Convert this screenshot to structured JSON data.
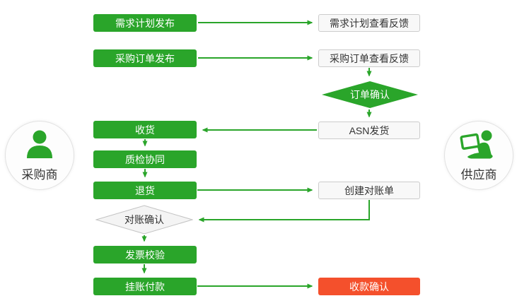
{
  "actors": {
    "buyer": {
      "label": "采购商",
      "icon": "buyer-person-icon"
    },
    "supplier": {
      "label": "供应商",
      "icon": "supplier-laptop-person-icon"
    }
  },
  "nodes": {
    "demand_plan_publish": {
      "label": "需求计划发布",
      "type": "process-green"
    },
    "demand_plan_feedback": {
      "label": "需求计划查看反馈",
      "type": "process-white"
    },
    "po_publish": {
      "label": "采购订单发布",
      "type": "process-green"
    },
    "po_feedback": {
      "label": "采购订单查看反馈",
      "type": "process-white"
    },
    "order_confirm": {
      "label": "订单确认",
      "type": "decision-green"
    },
    "asn_ship": {
      "label": "ASN发货",
      "type": "process-white"
    },
    "receive": {
      "label": "收货",
      "type": "process-green"
    },
    "quality_collab": {
      "label": "质检协同",
      "type": "process-green"
    },
    "return_goods": {
      "label": "退货",
      "type": "process-green"
    },
    "create_statement": {
      "label": "创建对账单",
      "type": "process-white"
    },
    "statement_confirm": {
      "label": "对账确认",
      "type": "decision-gray"
    },
    "invoice_verify": {
      "label": "发票校验",
      "type": "process-green"
    },
    "booked_payment": {
      "label": "挂账付款",
      "type": "process-green"
    },
    "receipt_confirm": {
      "label": "收款确认",
      "type": "end-red"
    }
  },
  "colors": {
    "green": "#2AA52A",
    "red": "#F4502C",
    "white_box_bg": "#F8F8F8",
    "white_box_border": "#CCCCCC",
    "gray_diamond_bg": "#F4F4F4",
    "gray_diamond_border": "#C3C3C3",
    "text_dark": "#333333"
  }
}
